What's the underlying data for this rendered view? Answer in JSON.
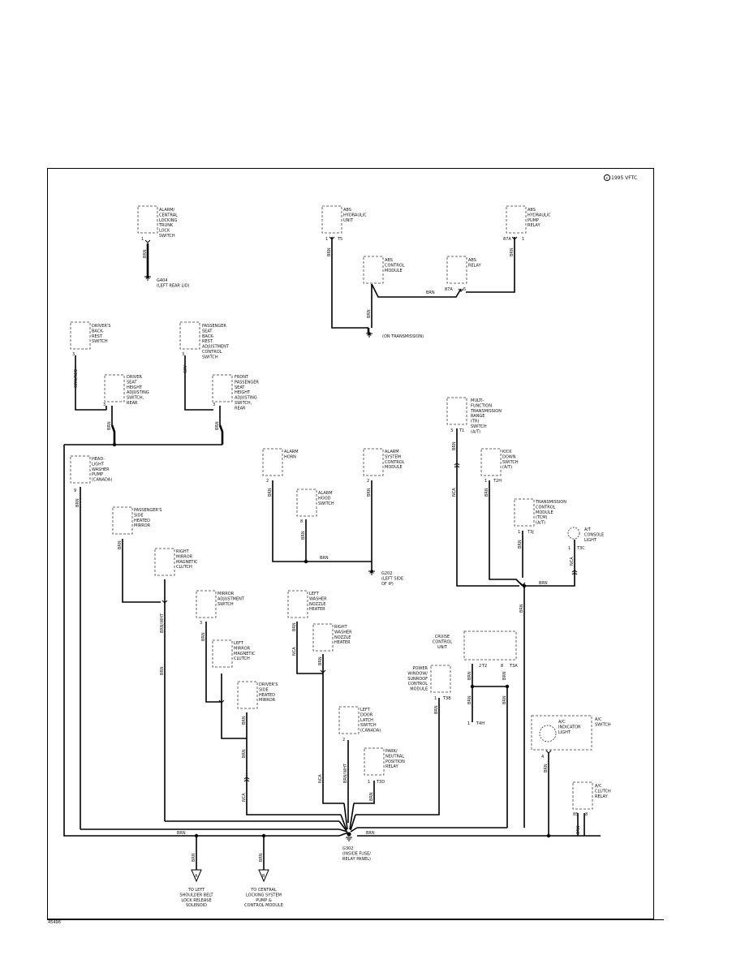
{
  "copyright": "1995 VFTC",
  "figure_id": "45496",
  "components": {
    "trunk_switch": [
      "ALARM/",
      "CENTRAL",
      "LOCKING",
      "TRUNK",
      "LOCK",
      "SWITCH"
    ],
    "abs_unit": [
      "ABS",
      "HYDRAULIC",
      "UNIT"
    ],
    "abs_pump_relay": [
      "ABS",
      "HYDRAULIC",
      "PUMP",
      "RELAY"
    ],
    "abs_module": [
      "ABS",
      "CONTROL",
      "MODULE"
    ],
    "abs_relay": [
      "ABS",
      "RELAY"
    ],
    "drv_backrest": [
      "DRIVER'S",
      "BACK-",
      "REST",
      "SWITCH"
    ],
    "pass_backrest": [
      "PASSENGER",
      "SEAT",
      "BACK-",
      "REST",
      "ADJUSTMENT",
      "CONTROL",
      "SWITCH"
    ],
    "drv_height": [
      "DRIVER",
      "SEAT",
      "HEIGHT",
      "ADJUSTING",
      "SWITCH,",
      "REAR"
    ],
    "front_pass_height": [
      "FRONT",
      "PASSENGER",
      "SEAT",
      "HEIGHT",
      "ADJUSTING",
      "SWITCH,",
      "REAR"
    ],
    "mfts": [
      "MULTI-",
      "FUNCTION",
      "TRANSMISSION",
      "RANGE",
      "(TR)",
      "SWITCH",
      "(A/T)"
    ],
    "alarm_horn": [
      "ALARM",
      "HORN"
    ],
    "alarm_module": [
      "ALARM",
      "SYSTEM",
      "CONTROL",
      "MODULE"
    ],
    "kickdown": [
      "KICK",
      "DOWN",
      "SWITCH",
      "(A/T)"
    ],
    "headlight_pump": [
      "HEAD-",
      "LIGHT",
      "WASHER",
      "PUMP",
      "(CANADA)"
    ],
    "alarm_hood": [
      "ALARM",
      "HOOD",
      "SWITCH"
    ],
    "tcm": [
      "TRANSMISSION",
      "CONTROL",
      "MODULE",
      "(TCM)",
      "(A/T)"
    ],
    "console_light": [
      "A/T",
      "CONSOLE",
      "LIGHT"
    ],
    "pass_mirror": [
      "PASSENGER'S",
      "SIDE",
      "HEATED",
      "MIRROR"
    ],
    "right_clutch": [
      "RIGHT",
      "MIRROR",
      "MAGNETIC",
      "CLUTCH"
    ],
    "mirror_adj": [
      "MIRROR",
      "ADJUSTMENT",
      "SWITCH"
    ],
    "left_nozzle": [
      "LEFT",
      "WASHER",
      "NOZZLE",
      "HEATER"
    ],
    "right_nozzle": [
      "RIGHT",
      "WASHER",
      "NOZZLE",
      "HEATER"
    ],
    "left_clutch": [
      "LEFT",
      "MIRROR",
      "MAGNETIC",
      "CLUTCH"
    ],
    "drv_mirror": [
      "DRIVER'S",
      "SIDE",
      "HEATED",
      "MIRROR"
    ],
    "cruise": [
      "CRUISE",
      "CONTROL",
      "UNIT"
    ],
    "power_window": [
      "POWER",
      "WINDOW/",
      "SUNROOF",
      "CONTROL",
      "MODULE"
    ],
    "door_latch": [
      "LEFT",
      "DOOR",
      "LATCH",
      "SWITCH",
      "(CANADA)"
    ],
    "park_neutral": [
      "PARK/",
      "NEUTRAL",
      "POSITION",
      "RELAY"
    ],
    "ac_switch": [
      "A/C",
      "SWITCH"
    ],
    "ac_indicator": [
      "A/C",
      "INDICATOR",
      "LIGHT"
    ],
    "ac_clutch_relay": [
      "A/C",
      "CLUTCH",
      "RELAY"
    ]
  },
  "grounds": {
    "g404": [
      "G404",
      "(LEFT REAR LID)"
    ],
    "trans": [
      "(ON TRANSMISSION)"
    ],
    "g202": [
      "G202",
      "(LEFT SIDE",
      "OF IP)"
    ],
    "g302": [
      "G302",
      "(INSIDE FUSE/",
      "RELAY PANEL)"
    ]
  },
  "destinations": {
    "shoulder_belt": [
      "TO LEFT",
      "SHOULDER BELT",
      "LOCK RELEASE",
      "SOLENOID"
    ],
    "central_locking": [
      "TO CENTRAL",
      "LOCKING SYSTEM",
      "PUMP &",
      "CONTROL MODULE"
    ]
  },
  "wire_colors": {
    "brn": "BRN",
    "grn_red": "GRN/RED",
    "gry": "GRY",
    "brn_wht": "BRN/WHT",
    "nca": "NCA"
  },
  "pins": {
    "p1": "1",
    "p2": "2",
    "p3": "3",
    "p4": "4",
    "p5": "5",
    "p8": "8",
    "p9": "9",
    "p30": "30",
    "p85": "85",
    "p87": "87",
    "p87a": "87A"
  },
  "connectors": {
    "t5": "T5",
    "t1": "T1",
    "t2": "T2",
    "t3a": "T3A",
    "t4h": "T4H",
    "t3b": "T3B",
    "t3c": "T3C",
    "t3d": "T3D",
    "t2h": "T2H",
    "t3j": "T3J"
  }
}
